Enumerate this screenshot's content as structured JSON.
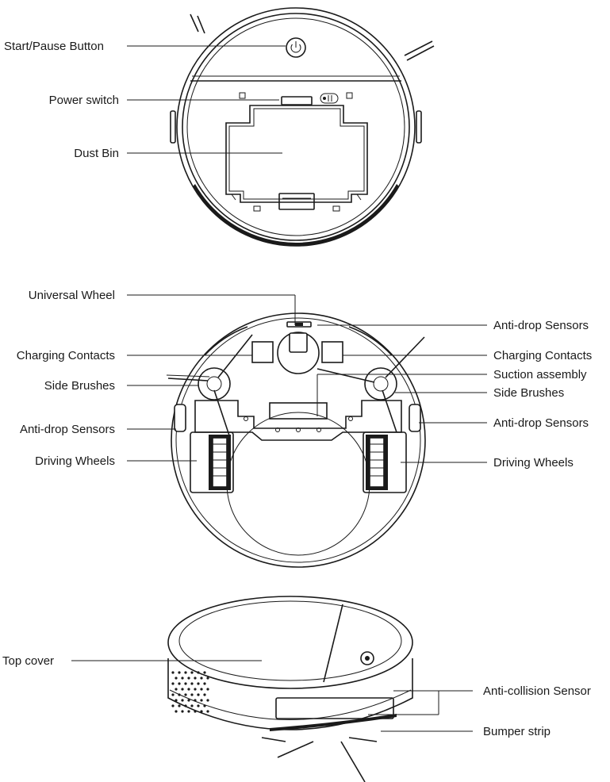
{
  "top_view": {
    "labels": {
      "start_pause": "Start/Pause Button",
      "power_switch": "Power switch",
      "dust_bin": "Dust Bin"
    }
  },
  "bottom_view": {
    "labels": {
      "universal_wheel": "Universal Wheel",
      "charging_contacts_left": "Charging Contacts",
      "side_brushes_left": "Side Brushes",
      "anti_drop_left": "Anti-drop Sensors",
      "driving_wheels_left": "Driving Wheels",
      "anti_drop_top_right": "Anti-drop Sensors",
      "charging_contacts_right": "Charging Contacts",
      "suction_assembly": "Suction assembly",
      "side_brushes_right": "Side Brushes",
      "anti_drop_right": "Anti-drop Sensors",
      "driving_wheels_right": "Driving Wheels"
    }
  },
  "side_view": {
    "labels": {
      "top_cover": "Top cover",
      "anti_collision": "Anti-collision Sensor",
      "bumper_strip": "Bumper strip"
    }
  },
  "icons": [
    "power-icon"
  ]
}
